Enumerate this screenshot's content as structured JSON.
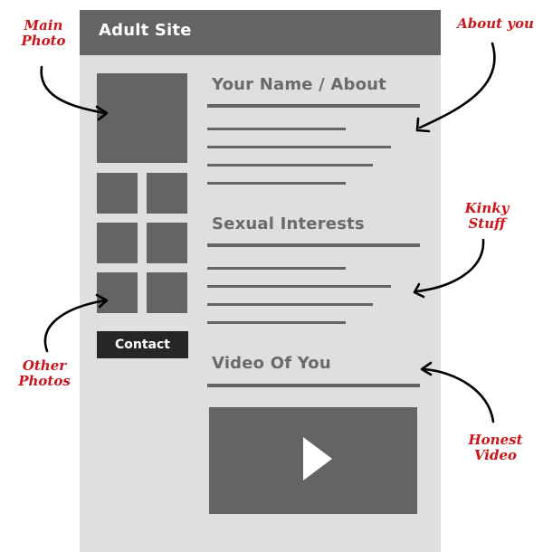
{
  "header": {
    "title": "Adult Site"
  },
  "sidebar": {
    "contact_label": "Contact"
  },
  "sections": {
    "about_title": "Your Name / About",
    "interests_title": "Sexual Interests",
    "video_title": "Video Of You"
  },
  "annotations": {
    "main_photo": "Main Photo",
    "about_you": "About you",
    "kinky_stuff": "Kinky Stuff",
    "other_photos": "Other Photos",
    "honest_video": "Honest Video"
  },
  "colors": {
    "page_background": "#dfdfdf",
    "block": "#646464",
    "header_bar": "#646464",
    "contact_button": "#262626",
    "annotation": "#c8161c"
  },
  "icons": {
    "play": "play-icon"
  }
}
